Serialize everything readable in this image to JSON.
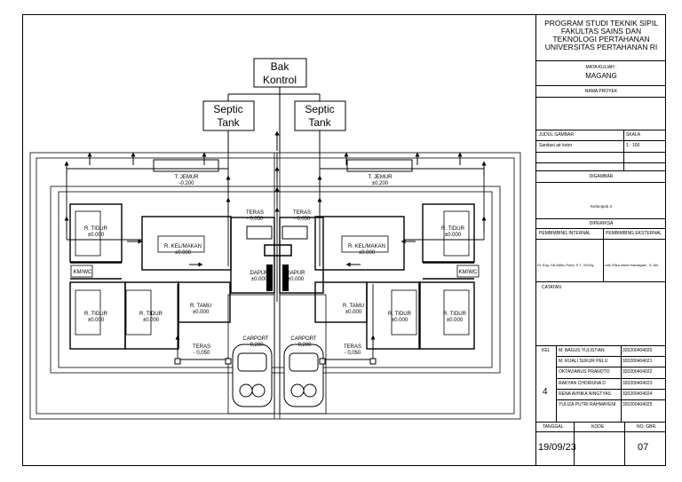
{
  "plan": {
    "bak_kontrol": [
      "Bak",
      "Kontrol"
    ],
    "septic_left": [
      "Septic",
      "Tank"
    ],
    "septic_right": [
      "Septic",
      "Tank"
    ],
    "jemur_left": [
      "T. JEMUR",
      "-0.200"
    ],
    "jemur_right": [
      "T. JEMUR",
      "±0.200"
    ],
    "teras_top_left": [
      "TERAS",
      "- 0,050"
    ],
    "teras_top_right": [
      "TERAS",
      "- 0,050"
    ],
    "tidur_ul": [
      "R. TIDUR",
      "±0.000"
    ],
    "tidur_ur": [
      "R. TIDUR",
      "±0.000"
    ],
    "kelmakan_left": [
      "R. KEL/MAKAN",
      "±0.000"
    ],
    "kelmakan_right": [
      "R. KEL/MAKAN",
      "±0.000"
    ],
    "dapur_left": [
      "DAPUR",
      "±0.000"
    ],
    "dapur_right": [
      "DAPUR",
      "±0.000"
    ],
    "kmwc_left": "KM/WC",
    "kmwc_right": "KM/WC",
    "tidur_ll1": [
      "R. TIDUR",
      "±0.000"
    ],
    "tidur_ll2": [
      "R. TIDUR",
      "±0.000"
    ],
    "tidur_lr1": [
      "R. TIDUR",
      "±0.000"
    ],
    "tidur_lr2": [
      "R. TIDUR",
      "±0.000"
    ],
    "tamu_left": [
      "R. TAMU",
      "±0.000"
    ],
    "tamu_right": [
      "R. TAMU",
      "±0.000"
    ],
    "teras_bot_left": [
      "TERAS",
      "- 0,050"
    ],
    "teras_bot_right": [
      "TERAS",
      "- 0,050"
    ],
    "carport_left": [
      "CARPORT",
      "-0,200"
    ],
    "carport_right": [
      "CARPORT",
      "-0,200"
    ]
  },
  "title_block": {
    "institution": [
      "PROGRAM STUDI TEKNIK SIPIL",
      "FAKULTAS SAINS DAN",
      "TEKNOLOGI PERTAHANAN",
      "UNIVERSITAS PERTAHANAN RI"
    ],
    "mata_kuliah_label": "MATA KULIAH :",
    "mata_kuliah": "MAGANG",
    "nama_proyek_label": "NAMA PROYEK",
    "judul_gambar_label": "JUDUL GAMBAR",
    "skala_label": "SKALA",
    "judul_gambar": "Sanitasi air kotor",
    "skala": "1 : 100",
    "digambar_label": "DIGAMBAR",
    "digambar": "Kelompok 4",
    "diperiksa_label": "DIPERIKSA",
    "pembimbing_internal_label": "PEMBIMBING INTERNAL",
    "pembimbing_eksternal_label": "PEMBIMBING EKSTERNAL",
    "pembimbing_internal": "Dr. Eng. Oki Adhru Putra, S.T., M.Eng",
    "pembimbing_eksternal": "Letu Elisa Utami Handayani , S. Ars",
    "catatan_label": "CATATAN",
    "kel_label": "KEL",
    "kel": "4",
    "members": [
      {
        "name": "M. BAGUS YULISTIAN",
        "nim": "320200404020"
      },
      {
        "name": "M. RIJALI SUKUR PELU",
        "nim": "320200404021"
      },
      {
        "name": "OKTAVIANUS PRANOTO",
        "nim": "320200404022"
      },
      {
        "name": "RAKYAN CHOIRUNA D",
        "nim": "320200404023"
      },
      {
        "name": "RENA AVINKA NINGTYAS",
        "nim": "320200404024"
      },
      {
        "name": "YULIZA PUTRI RAHMAYENI",
        "nim": "320200404025"
      }
    ],
    "tanggal_label": "TANGGAL",
    "kode_label": "KODE",
    "no_gbr_label": "NO. GBR.",
    "tanggal": "19/09/23",
    "no_gbr": "07"
  }
}
